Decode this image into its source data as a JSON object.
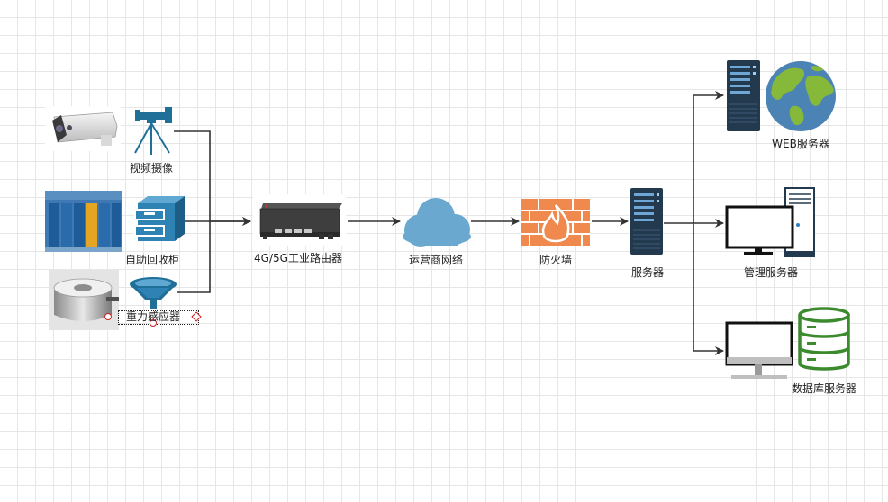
{
  "nodes": {
    "camera": {
      "label": "视频摄像"
    },
    "recycle_cabinet": {
      "label": "自助回收柜"
    },
    "gravity_sensor": {
      "label": "重力感应器"
    },
    "router": {
      "label": "4G/5G工业路由器"
    },
    "carrier_network": {
      "label": "运营商网络"
    },
    "firewall": {
      "label": "防火墙"
    },
    "server": {
      "label": "服务器"
    },
    "web_server": {
      "label": "WEB服务器"
    },
    "mgmt_server": {
      "label": "管理服务器"
    },
    "db_server": {
      "label": "数据库服务器"
    }
  },
  "colors": {
    "blue_icon": "#1f6f99",
    "cloud": "#6aa8d0",
    "firewall": "#f0894e",
    "server_dark": "#233a4e",
    "db_green": "#3c8a2e",
    "edge": "#333333"
  }
}
